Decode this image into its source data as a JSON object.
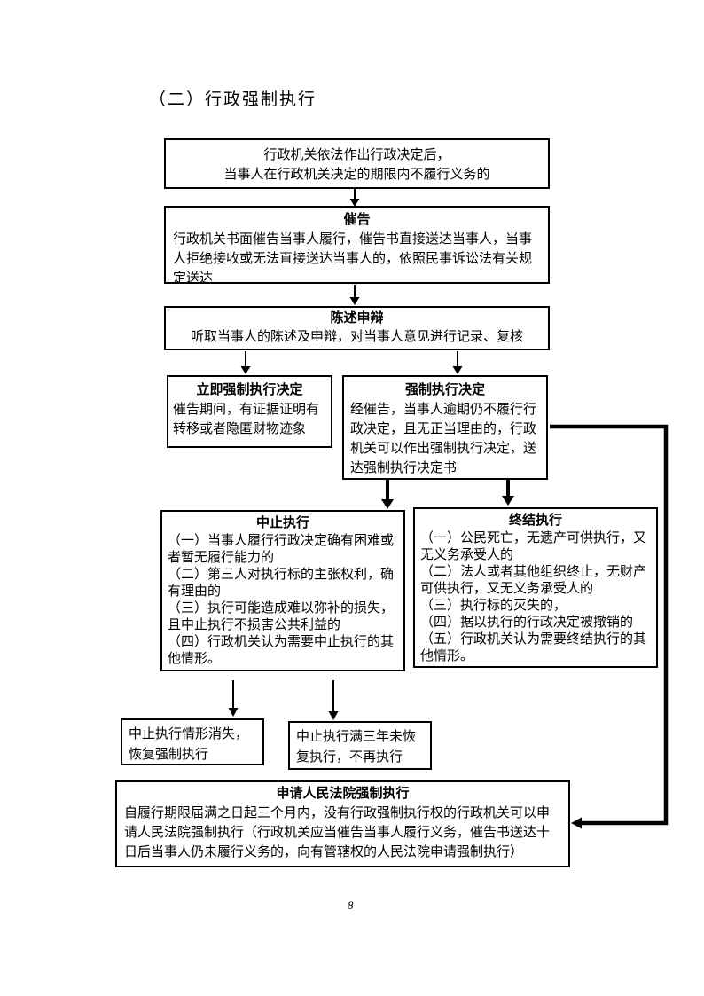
{
  "page": {
    "title": "（二）行政强制执行",
    "page_number": "8"
  },
  "flowchart": {
    "boxes": {
      "decision": {
        "line1": "行政机关依法作出行政决定后，",
        "line2": "当事人在行政机关决定的期限内不履行义务的"
      },
      "cuigao": {
        "title": "催告",
        "body": "行政机关书面催告当事人履行，催告书直接送达当事人，当事人拒绝接收或无法直接送达当事人的，依照民事诉讼法有关规定送达"
      },
      "chenshu": {
        "title": "陈述申辩",
        "body": "听取当事人的陈述及申辩，对当事人意见进行记录、复核"
      },
      "liji": {
        "title": "立即强制执行决定",
        "body": "催告期间，有证据证明有转移或者隐匿财物迹象"
      },
      "qiangzhi": {
        "title": "强制执行决定",
        "body": "经催告，当事人逾期仍不履行行政决定，且无正当理由的，行政机关可以作出强制执行决定，送达强制执行决定书"
      },
      "zhongzhi": {
        "title": "中止执行",
        "items": [
          "（一）当事人履行行政决定确有困难或者暂无履行能力的",
          "（二）第三人对执行标的主张权利，确有理由的",
          "（三）执行可能造成难以弥补的损失，且中止执行不损害公共利益的",
          "（四）行政机关认为需要中止执行的其他情形。"
        ]
      },
      "zhongjie": {
        "title": "终结执行",
        "items": [
          "（一）公民死亡，无遗产可供执行，又无义务承受人的",
          "（二）法人或者其他组织终止，无财产可供执行，又无义务承受人的",
          "（三）执行标的灭失的，",
          "（四）据以执行的行政决定被撤销的",
          "（五）行政机关认为需要终结执行的其他情形。"
        ]
      },
      "xiaoshi": {
        "body": "中止执行情形消失，恢复强制执行"
      },
      "mansan": {
        "body": "中止执行满三年未恢复执行，不再执行"
      },
      "shenqing": {
        "title": "申请人民法院强制执行",
        "body": "自履行期限届满之日起三个月内，没有行政强制执行权的行政机关可以申请人民法院强制执行（行政机关应当催告当事人履行义务，催告书送达十日后当事人仍未履行义务的，向有管辖权的人民法院申请强制执行）"
      }
    },
    "colors": {
      "line": "#000000",
      "background": "#ffffff"
    }
  }
}
